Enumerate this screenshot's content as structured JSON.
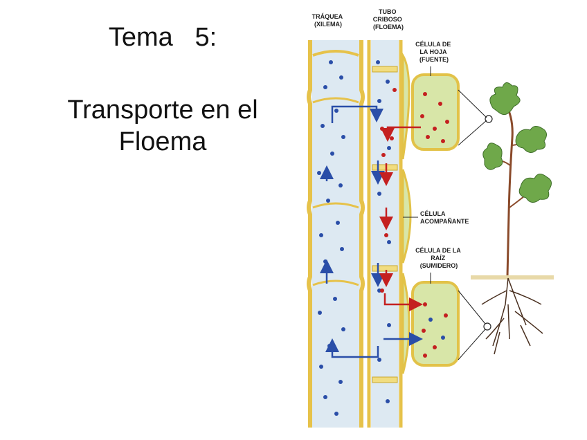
{
  "slide": {
    "title_line1": "Tema   5:",
    "title_line2": "Transporte en el",
    "title_line3": "Floema"
  },
  "diagram": {
    "labels": {
      "xylem": [
        "TRÁQUEA",
        "(XILEMA)"
      ],
      "phloem": [
        "TUBO",
        "CRIBOSO",
        "(FLOEMA)"
      ],
      "source": [
        "CÉLULA DE",
        "LA HOJA",
        "(FUENTE)"
      ],
      "companion": [
        "CÉLULA",
        "ACOMPAÑANTE"
      ],
      "sink": [
        "CÉLULA DE LA",
        "RAÍZ",
        "(SUMIDERO)"
      ]
    },
    "colors": {
      "xylem_wall": "#e6c24a",
      "tube_fill": "#dde9f2",
      "cell_fill": "#d8e6a8",
      "cell_border": "#e2c248",
      "water_dot": "#2a4ea8",
      "sugar_dot": "#c42020",
      "plant_stem": "#8a4a2a",
      "leaf": "#6fa84a"
    }
  }
}
